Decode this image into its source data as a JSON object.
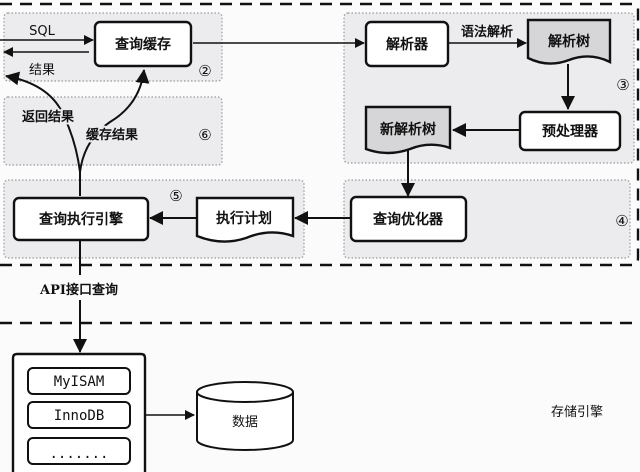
{
  "diagram": {
    "title": "MySQL query execution flow",
    "regions": {
      "cache": {
        "number": "②"
      },
      "return": {
        "number": "⑥"
      },
      "parser": {
        "number": "③"
      },
      "optimizer": {
        "number": "④"
      },
      "executor": {
        "number": "⑤"
      }
    },
    "nodes": {
      "query_cache": "查询缓存",
      "parser": "解析器",
      "parse_tree": "解析树",
      "preprocessor": "预处理器",
      "new_parse_tree": "新解析树",
      "query_optimizer": "查询优化器",
      "execution_plan": "执行计划",
      "query_execution_engine": "查询执行引擎",
      "data": "数据"
    },
    "edge_labels": {
      "sql": "SQL",
      "result": "结果",
      "return_result": "返回结果",
      "cache_result": "缓存结果",
      "syntax_parse": "语法解析",
      "api_query": "API接口查询"
    },
    "storage_engines": [
      "MyISAM",
      "InnoDB",
      "......."
    ],
    "storage_layer_label": "存储引擎"
  }
}
